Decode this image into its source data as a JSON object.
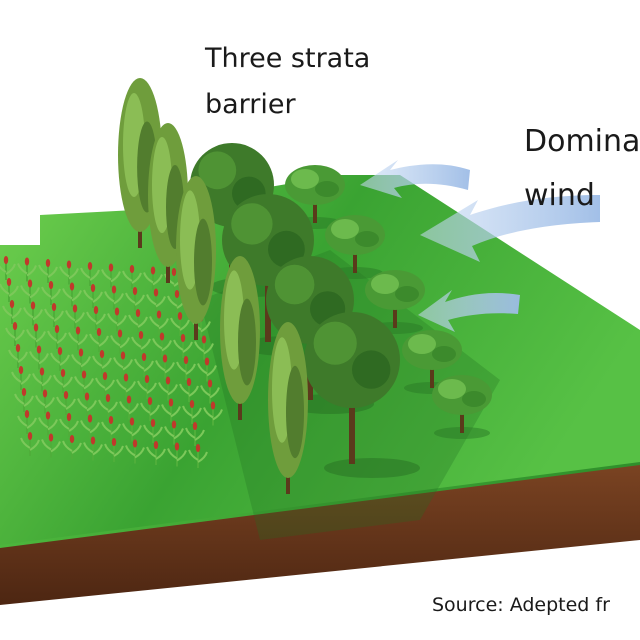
{
  "labels": {
    "barrier_line1": "Three strata",
    "barrier_line2": "barrier",
    "wind_line1": "Domina",
    "wind_line2": "wind",
    "source": "Source: Adepted fr"
  },
  "colors": {
    "grass_light": "#5ec94a",
    "grass_dark": "#2c8f2a",
    "soil": "#6b3a1e",
    "wind_arrow": "#a9c4e8",
    "crop_stalk": "#4fae3a",
    "crop_flower": "#c0392b",
    "poplar": "#6f9d3c",
    "broadleaf_tree": "#3e7a2a",
    "shrub": "#4a9a35"
  },
  "icons": [
    "wind-arrow-icon",
    "crop-plant-icon",
    "poplar-tree-icon",
    "broadleaf-tree-icon",
    "shrub-tree-icon"
  ]
}
